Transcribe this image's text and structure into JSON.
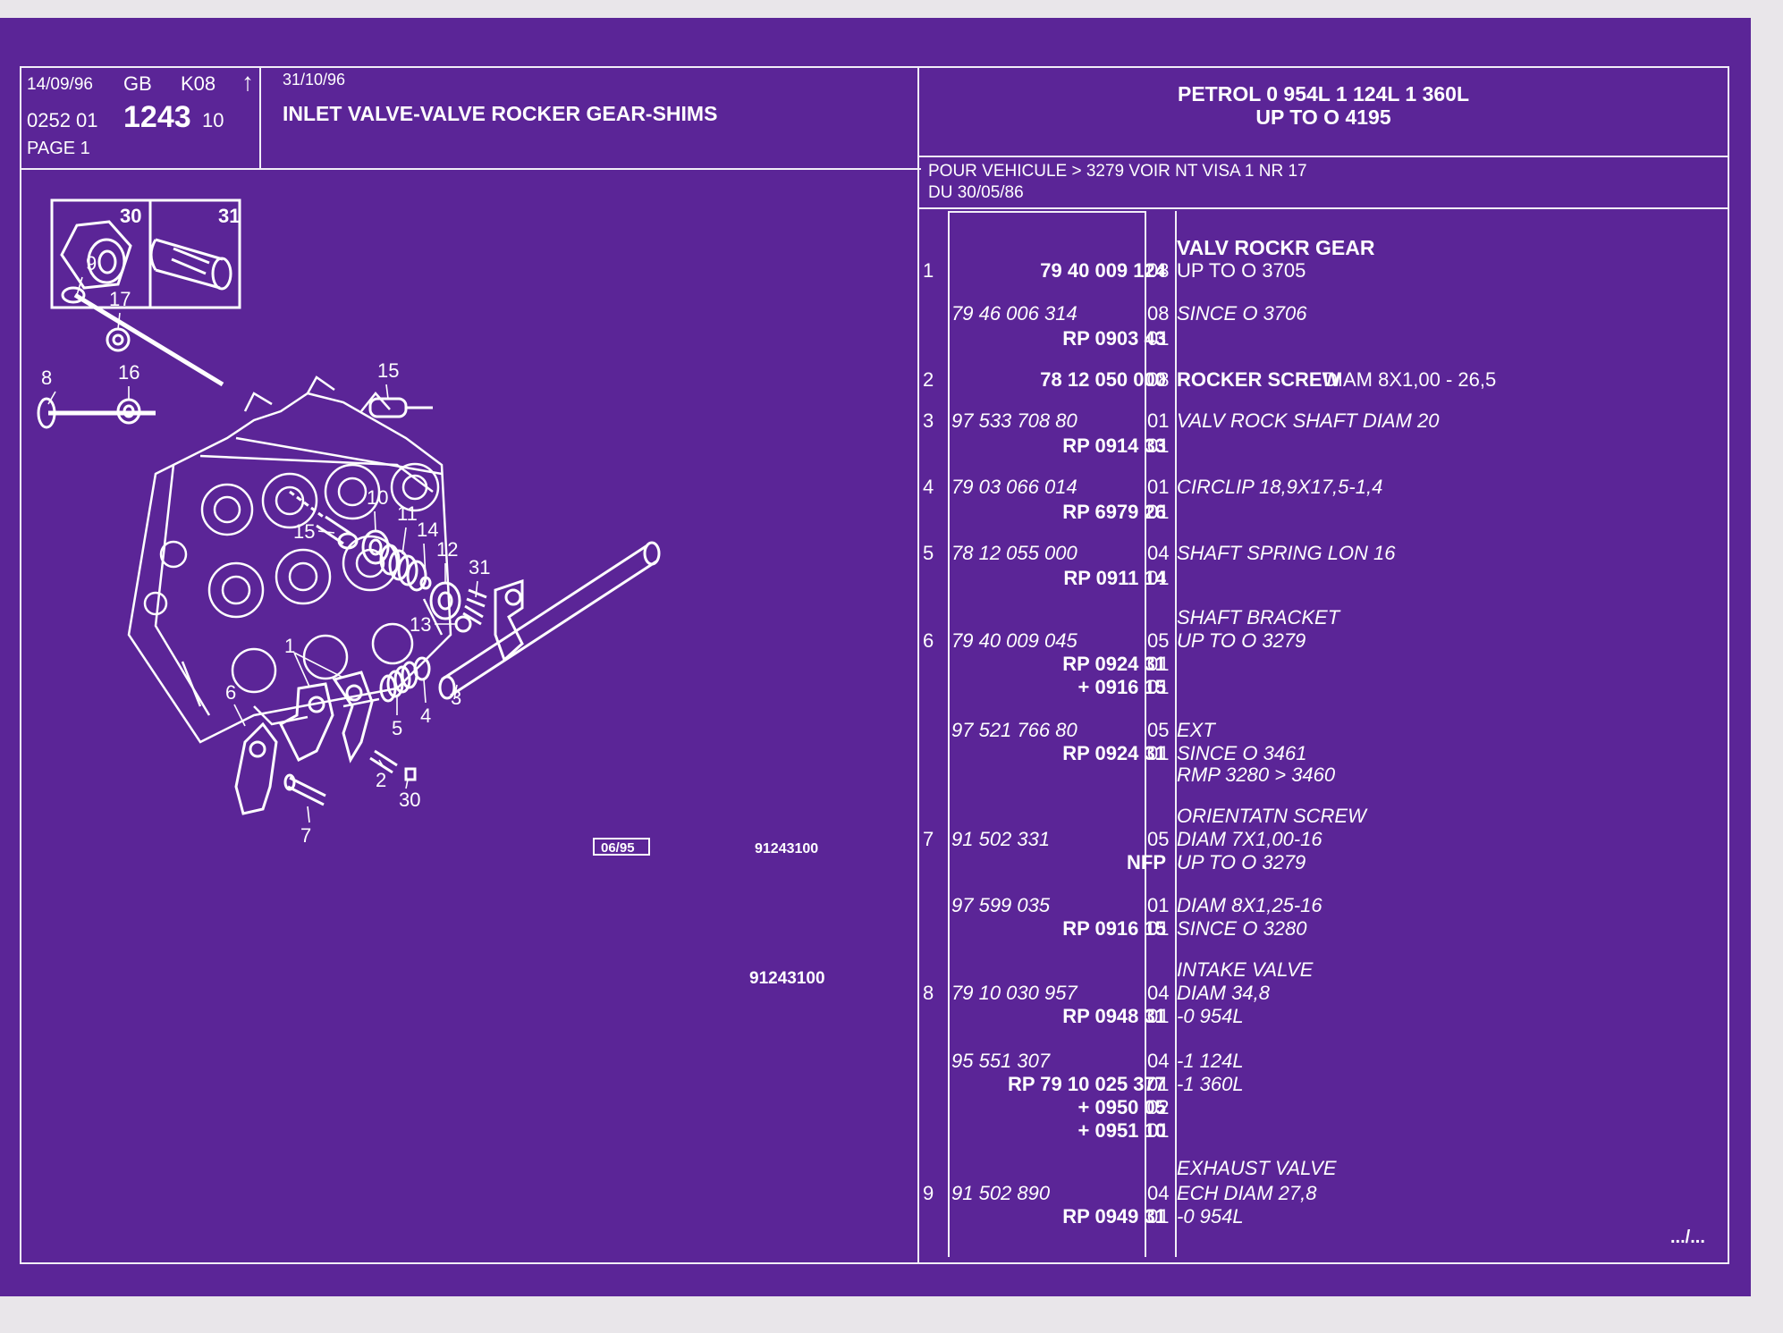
{
  "header": {
    "date1": "14/09/96",
    "lang": "GB",
    "code": "K08",
    "arrow": "↑",
    "ref_prefix": "0252 01",
    "ref_main": "1243",
    "ref_suffix": "10",
    "page": "PAGE 1",
    "date2": "31/10/96",
    "title": "INLET VALVE-VALVE ROCKER GEAR-SHIMS",
    "engine_line1": "PETROL 0 954L 1 124L 1 360L",
    "engine_line2": "UP TO O 4195"
  },
  "vehicle_note": {
    "line1": "POUR VEHICULE > 3279 VOIR NT VISA 1 NR 17",
    "line2": "DU 30/05/86"
  },
  "diagram": {
    "inset_labels": [
      "30",
      "31"
    ],
    "callouts": [
      "9",
      "17",
      "8",
      "16",
      "15",
      "10",
      "11",
      "14",
      "12",
      "31",
      "15",
      "13",
      "1",
      "6",
      "5",
      "4",
      "3",
      "2",
      "30",
      "7"
    ],
    "stamp": "06/95",
    "drawing_code": "91243100",
    "footer_code": "91243100"
  },
  "parts": [
    {
      "item": "1",
      "pn": "79 40 009 124",
      "q": "08",
      "d": "UP TO O 3705",
      "heading": "VALV ROCKR GEAR"
    },
    {
      "item": "",
      "pn": "79 46 006 314",
      "q": "08",
      "d": "SINCE O 3706",
      "ital": true
    },
    {
      "item": "",
      "pn": "RP 0903 43",
      "q": "01",
      "d": ""
    },
    {
      "item": "2",
      "pn": "78 12 050 000",
      "q": "08",
      "d": "ROCKER SCREW",
      "d2": "DIAM 8X1,00 - 26,5"
    },
    {
      "item": "3",
      "pn": "97 533 708 80",
      "q": "01",
      "d": "VALV ROCK SHAFT DIAM 20",
      "ital": true
    },
    {
      "item": "",
      "pn": "RP 0914 33",
      "q": "01",
      "d": ""
    },
    {
      "item": "4",
      "pn": "79 03 066 014",
      "q": "01",
      "d": "CIRCLIP 18,9X17,5-1,4",
      "ital": true
    },
    {
      "item": "",
      "pn": "RP 6979 26",
      "q": "01",
      "d": ""
    },
    {
      "item": "5",
      "pn": "78 12 055 000",
      "q": "04",
      "d": "SHAFT SPRING LON 16",
      "ital": true
    },
    {
      "item": "",
      "pn": "RP 0911 14",
      "q": "01",
      "d": ""
    },
    {
      "item": "",
      "pn": "",
      "q": "",
      "d": "SHAFT BRACKET",
      "ital": true
    },
    {
      "item": "6",
      "pn": "79 40 009 045",
      "q": "05",
      "d": "UP TO O 3279",
      "ital": true
    },
    {
      "item": "",
      "pn": "RP 0924 31",
      "q": "01",
      "d": ""
    },
    {
      "item": "",
      "pn": "+ 0916 15",
      "q": "01",
      "d": ""
    },
    {
      "item": "",
      "pn": "97 521 766 80",
      "q": "05",
      "d": "EXT",
      "ital": true
    },
    {
      "item": "",
      "pn": "RP 0924 31",
      "q": "01",
      "d": "SINCE O 3461",
      "ital": true
    },
    {
      "item": "",
      "pn": "",
      "q": "",
      "d": "RMP 3280 > 3460",
      "ital": true
    },
    {
      "item": "",
      "pn": "",
      "q": "",
      "d": "ORIENTATN SCREW",
      "ital": true
    },
    {
      "item": "7",
      "pn": "91 502 331",
      "q": "05",
      "d": "DIAM 7X1,00-16",
      "ital": true
    },
    {
      "item": "",
      "pn": "NFP",
      "q": "",
      "d": "UP TO O 3279",
      "ital": true
    },
    {
      "item": "",
      "pn": "97 599 035",
      "q": "01",
      "d": "DIAM 8X1,25-16",
      "ital": true
    },
    {
      "item": "",
      "pn": "RP 0916 15",
      "q": "01",
      "d": "SINCE O 3280",
      "ital": true
    },
    {
      "item": "",
      "pn": "",
      "q": "",
      "d": "INTAKE VALVE",
      "ital": true
    },
    {
      "item": "8",
      "pn": "79 10 030 957",
      "q": "04",
      "d": "DIAM 34,8",
      "ital": true
    },
    {
      "item": "",
      "pn": "RP 0948 31",
      "q": "01",
      "d": "-0 954L",
      "ital": true
    },
    {
      "item": "",
      "pn": "95 551 307",
      "q": "04",
      "d": "-1 124L",
      "ital": true
    },
    {
      "item": "",
      "pn": "RP 79 10 025 377",
      "q": "01",
      "d": "-1 360L",
      "ital": true
    },
    {
      "item": "",
      "pn": "+ 0950 05",
      "q": "02",
      "d": ""
    },
    {
      "item": "",
      "pn": "+ 0951 10",
      "q": "01",
      "d": ""
    },
    {
      "item": "",
      "pn": "",
      "q": "",
      "d": "EXHAUST VALVE",
      "ital": true
    },
    {
      "item": "9",
      "pn": "91 502 890",
      "q": "04",
      "d": "ECH DIAM 27,8",
      "ital": true
    },
    {
      "item": "",
      "pn": "RP 0949 31",
      "q": "01",
      "d": "-0 954L",
      "ital": true
    }
  ],
  "continued": ".../..."
}
